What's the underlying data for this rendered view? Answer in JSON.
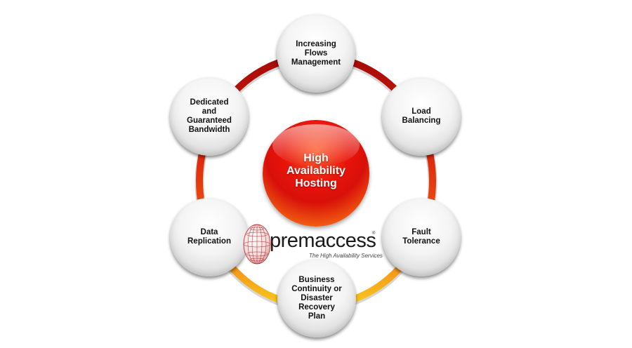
{
  "center": {
    "label": "High\nAvailability\nHosting"
  },
  "nodes": [
    {
      "label": "Increasing\nFlows\nManagement"
    },
    {
      "label": "Load\nBalancing"
    },
    {
      "label": "Fault\nTolerance"
    },
    {
      "label": "Business\nContinuity or\nDisaster Recovery\nPlan"
    },
    {
      "label": "Data\nReplication"
    },
    {
      "label": "Dedicated\nand\nGuaranteed\nBandwidth"
    }
  ],
  "logo": {
    "wordmark": "premaccess",
    "tagline": "The High Availability Services",
    "registered": "®"
  },
  "colors": {
    "ring_top": "#a00a0a",
    "ring_middle": "#e8200a",
    "ring_bottom": "#f8c818",
    "center_red": "#e8140a",
    "center_yellow": "#f8b020"
  }
}
